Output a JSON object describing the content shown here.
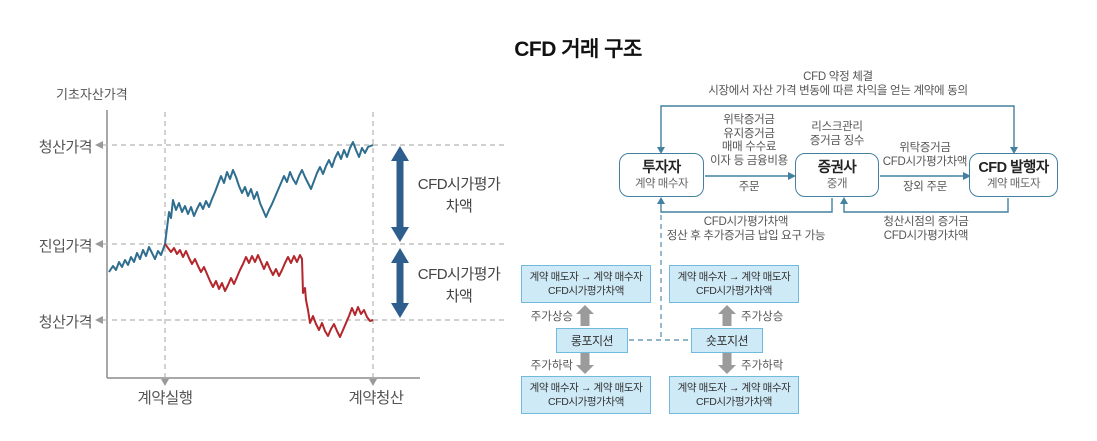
{
  "title": "CFD 거래 구조",
  "colors": {
    "flow_line": "#44809f",
    "light_box_fill": "#cfeaf7",
    "light_box_border": "#70bade",
    "gray_arrow": "#9b9b9b",
    "chart_blue": "#2f6e8e",
    "chart_red": "#b2262c",
    "thick_arrow": "#2d5e8e",
    "dashed_gray": "#b3b3b3",
    "axis_gray": "#8c8c8c"
  },
  "chart": {
    "y_axis_title": "기초자산가격",
    "y_labels": [
      {
        "text": "청산가격",
        "y": 145
      },
      {
        "text": "진입가격",
        "y": 244
      },
      {
        "text": "청산가격",
        "y": 320
      }
    ],
    "x_labels": [
      {
        "text": "계약실행",
        "x": 165
      },
      {
        "text": "계약청산",
        "x": 376
      }
    ],
    "gap_labels": [
      {
        "line1": "CFD시가평가",
        "line2": "차액"
      },
      {
        "line1": "CFD시가평가",
        "line2": "차액"
      }
    ]
  },
  "chart_data": {
    "type": "line",
    "title": "기초자산가격",
    "x_event_labels": [
      "계약실행",
      "계약청산"
    ],
    "y_reference_lines": [
      "청산가격",
      "진입가격",
      "청산가격"
    ],
    "annotations": [
      "CFD시가평가 차액",
      "CFD시가평가 차액"
    ],
    "series": [
      {
        "name": "price-up-path",
        "color": "#2f6e8e",
        "points": [
          [
            109,
            272
          ],
          [
            113,
            266
          ],
          [
            116,
            270
          ],
          [
            119,
            262
          ],
          [
            122,
            267
          ],
          [
            125,
            260
          ],
          [
            128,
            265
          ],
          [
            131,
            257
          ],
          [
            134,
            262
          ],
          [
            137,
            253
          ],
          [
            140,
            259
          ],
          [
            143,
            250
          ],
          [
            146,
            256
          ],
          [
            149,
            247
          ],
          [
            152,
            253
          ],
          [
            155,
            259
          ],
          [
            158,
            251
          ],
          [
            161,
            255
          ],
          [
            165,
            244
          ],
          [
            167,
            228
          ],
          [
            169,
            212
          ],
          [
            171,
            218
          ],
          [
            173,
            200
          ],
          [
            176,
            210
          ],
          [
            179,
            203
          ],
          [
            182,
            212
          ],
          [
            185,
            206
          ],
          [
            188,
            214
          ],
          [
            191,
            207
          ],
          [
            194,
            216
          ],
          [
            197,
            209
          ],
          [
            200,
            203
          ],
          [
            203,
            209
          ],
          [
            206,
            201
          ],
          [
            209,
            207
          ],
          [
            212,
            199
          ],
          [
            215,
            192
          ],
          [
            218,
            184
          ],
          [
            221,
            176
          ],
          [
            224,
            183
          ],
          [
            227,
            172
          ],
          [
            230,
            179
          ],
          [
            233,
            170
          ],
          [
            236,
            177
          ],
          [
            239,
            186
          ],
          [
            242,
            193
          ],
          [
            245,
            187
          ],
          [
            248,
            196
          ],
          [
            251,
            189
          ],
          [
            254,
            199
          ],
          [
            257,
            192
          ],
          [
            260,
            203
          ],
          [
            263,
            210
          ],
          [
            266,
            217
          ],
          [
            269,
            210
          ],
          [
            272,
            204
          ],
          [
            275,
            197
          ],
          [
            278,
            190
          ],
          [
            281,
            183
          ],
          [
            284,
            176
          ],
          [
            287,
            182
          ],
          [
            290,
            172
          ],
          [
            293,
            179
          ],
          [
            296,
            184
          ],
          [
            299,
            176
          ],
          [
            302,
            170
          ],
          [
            305,
            177
          ],
          [
            308,
            183
          ],
          [
            311,
            189
          ],
          [
            314,
            181
          ],
          [
            317,
            173
          ],
          [
            320,
            167
          ],
          [
            323,
            174
          ],
          [
            326,
            166
          ],
          [
            329,
            160
          ],
          [
            332,
            167
          ],
          [
            335,
            158
          ],
          [
            338,
            152
          ],
          [
            341,
            159
          ],
          [
            344,
            150
          ],
          [
            347,
            157
          ],
          [
            350,
            148
          ],
          [
            353,
            142
          ],
          [
            356,
            150
          ],
          [
            359,
            157
          ],
          [
            362,
            148
          ],
          [
            365,
            153
          ],
          [
            368,
            147
          ],
          [
            373,
            145
          ]
        ]
      },
      {
        "name": "price-down-path",
        "color": "#b2262c",
        "points": [
          [
            165,
            244
          ],
          [
            168,
            248
          ],
          [
            171,
            252
          ],
          [
            174,
            248
          ],
          [
            177,
            254
          ],
          [
            180,
            250
          ],
          [
            183,
            257
          ],
          [
            186,
            251
          ],
          [
            189,
            258
          ],
          [
            192,
            264
          ],
          [
            195,
            259
          ],
          [
            198,
            266
          ],
          [
            201,
            272
          ],
          [
            204,
            267
          ],
          [
            207,
            274
          ],
          [
            210,
            281
          ],
          [
            213,
            287
          ],
          [
            216,
            281
          ],
          [
            219,
            289
          ],
          [
            222,
            283
          ],
          [
            225,
            291
          ],
          [
            228,
            285
          ],
          [
            231,
            278
          ],
          [
            234,
            284
          ],
          [
            237,
            277
          ],
          [
            240,
            270
          ],
          [
            243,
            264
          ],
          [
            246,
            257
          ],
          [
            249,
            263
          ],
          [
            252,
            256
          ],
          [
            255,
            262
          ],
          [
            258,
            255
          ],
          [
            261,
            262
          ],
          [
            264,
            269
          ],
          [
            267,
            262
          ],
          [
            270,
            269
          ],
          [
            273,
            275
          ],
          [
            276,
            269
          ],
          [
            279,
            276
          ],
          [
            282,
            270
          ],
          [
            285,
            263
          ],
          [
            288,
            257
          ],
          [
            291,
            263
          ],
          [
            294,
            256
          ],
          [
            297,
            262
          ],
          [
            300,
            255
          ],
          [
            302,
            259
          ],
          [
            303,
            293
          ],
          [
            305,
            288
          ],
          [
            306,
            300
          ],
          [
            308,
            310
          ],
          [
            310,
            323
          ],
          [
            313,
            316
          ],
          [
            316,
            324
          ],
          [
            319,
            330
          ],
          [
            322,
            323
          ],
          [
            325,
            331
          ],
          [
            328,
            336
          ],
          [
            331,
            329
          ],
          [
            334,
            324
          ],
          [
            337,
            331
          ],
          [
            340,
            337
          ],
          [
            343,
            330
          ],
          [
            346,
            323
          ],
          [
            349,
            316
          ],
          [
            352,
            308
          ],
          [
            355,
            315
          ],
          [
            358,
            307
          ],
          [
            361,
            314
          ],
          [
            364,
            310
          ],
          [
            367,
            317
          ],
          [
            370,
            321
          ],
          [
            373,
            320
          ]
        ]
      }
    ]
  },
  "flow": {
    "agreement_note_line1": "CFD 약정 체결",
    "agreement_note_line2": "시장에서 자산 가격 변동에 따른 차익을 얻는 계약에 동의",
    "investor": {
      "title": "투자자",
      "subtitle": "계약 매수자"
    },
    "broker": {
      "title": "증권사",
      "subtitle": "중개"
    },
    "issuer": {
      "title": "CFD 발행자",
      "subtitle": "계약 매도자"
    },
    "broker_note_line1": "리스크관리",
    "broker_note_line2": "증거금 징수",
    "investor_to_broker_above": [
      "위탁증거금",
      "유지증거금",
      "매매 수수료",
      "이자 등 금융비용"
    ],
    "investor_to_broker_below": "주문",
    "broker_to_issuer_above": [
      "위탁증거금",
      "CFD시가평가차액"
    ],
    "broker_to_issuer_below": "장외 주문",
    "broker_to_investor_return": [
      "CFD시가평가차액",
      "정산 후 추가증거금 납입 요구 가능"
    ],
    "issuer_to_broker_return": [
      "청산시점의 증거금",
      "CFD시가평가차액"
    ]
  },
  "positions": {
    "long": {
      "label": "롱포지션",
      "up_label": "주가상승",
      "down_label": "주가하락",
      "up_box_line1": "계약 매도자 → 계약 매수자",
      "up_box_line2": "CFD시가평가차액",
      "down_box_line1": "계약 매수자 → 계약 매도자",
      "down_box_line2": "CFD시가평가차액"
    },
    "short": {
      "label": "숏포지션",
      "up_label": "주가상승",
      "down_label": "주가하락",
      "up_box_line1": "계약 매수자 → 계약 매도자",
      "up_box_line2": "CFD시가평가차액",
      "down_box_line1": "계약 매도자 → 계약 매수자",
      "down_box_line2": "CFD시가평가차액"
    }
  }
}
